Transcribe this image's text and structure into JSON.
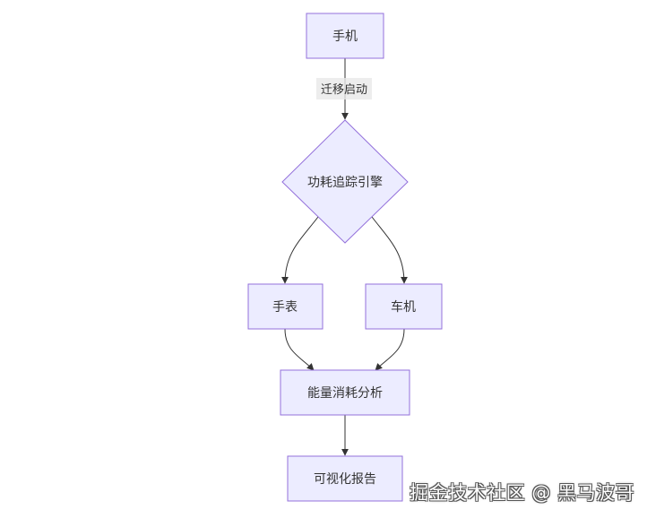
{
  "diagram": {
    "nodes": {
      "phone": "手机",
      "engine": "功耗追踪引擎",
      "watch": "手表",
      "car": "车机",
      "analysis": "能量消耗分析",
      "report": "可视化报告"
    },
    "edges": {
      "migrate_label": "迁移启动"
    },
    "colors": {
      "node_fill": "#ECECFF",
      "node_stroke": "#9370DB",
      "edge": "#333333",
      "label_bg": "#E8E8E8"
    }
  },
  "watermark": "掘金技术社区 @ 黑马波哥"
}
